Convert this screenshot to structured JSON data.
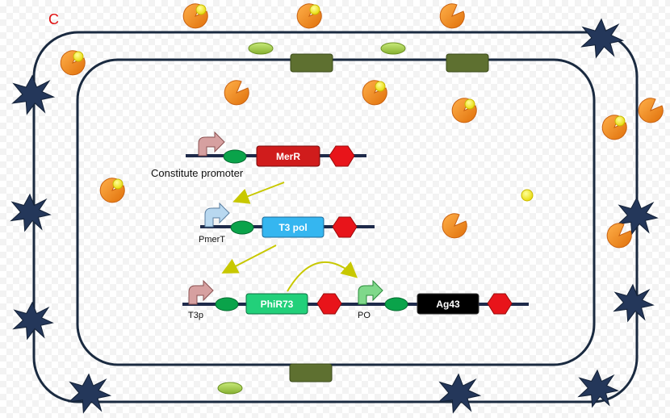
{
  "panel_label": "C",
  "genes": {
    "merR": "MerR",
    "t3pol": "T3 pol",
    "phiR73": "PhiR73",
    "ag43": "Ag43"
  },
  "labels": {
    "constitute_promoter": "Constitute promoter",
    "pmerT": "PmerT",
    "t3p": "T3p",
    "po": "PO"
  },
  "colors": {
    "merR": "#d01c1c",
    "t3pol": "#35b6f0",
    "phiR73": "#22d07a",
    "ag43": "#000000",
    "terminator": "#e8141a",
    "rbs": "#0aa34a",
    "dna": "#1e2a4a",
    "arrow": "#c8c800",
    "membrane": "#1a2a40",
    "porin": "#5a6e2a",
    "pellet": "#a8d24a",
    "pacman": "#f08a1e",
    "mercury": "#f5ef00",
    "star": "#1e3050"
  }
}
